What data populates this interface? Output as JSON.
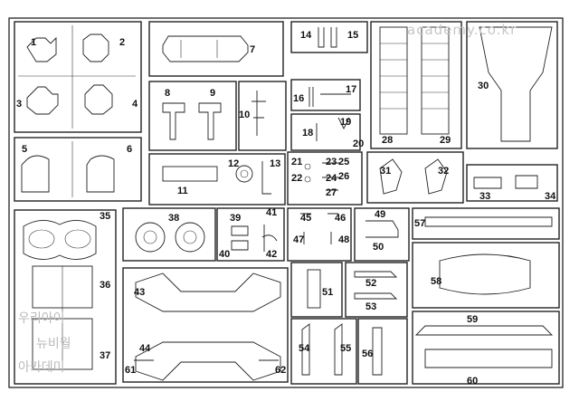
{
  "watermark": {
    "url": "academy.co.kr",
    "korean_lines": [
      "우리아이",
      "뉴비월",
      "아카데미"
    ]
  },
  "part_numbers": [
    "1",
    "2",
    "3",
    "4",
    "5",
    "6",
    "7",
    "8",
    "9",
    "10",
    "11",
    "12",
    "13",
    "14",
    "15",
    "16",
    "17",
    "18",
    "19",
    "20",
    "21",
    "22",
    "23",
    "24",
    "25",
    "26",
    "27",
    "28",
    "29",
    "30",
    "31",
    "32",
    "33",
    "34",
    "35",
    "36",
    "37",
    "38",
    "39",
    "40",
    "41",
    "42",
    "43",
    "44",
    "45",
    "46",
    "47",
    "48",
    "49",
    "50",
    "51",
    "52",
    "53",
    "54",
    "55",
    "56",
    "57",
    "58",
    "59",
    "60",
    "61",
    "62"
  ]
}
